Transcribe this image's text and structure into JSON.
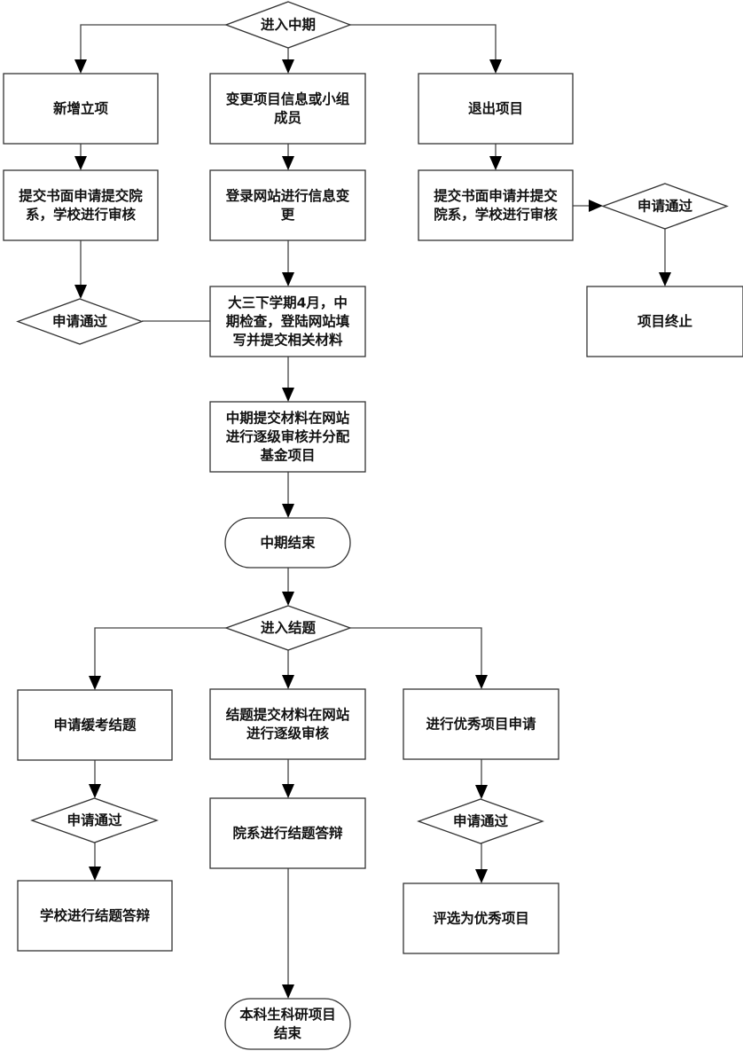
{
  "diagram": {
    "type": "flowchart",
    "nodes": [
      {
        "id": "enter-midterm",
        "shape": "diamond",
        "lines": [
          "进入中期"
        ]
      },
      {
        "id": "new-project",
        "shape": "process",
        "lines": [
          "新增立项"
        ]
      },
      {
        "id": "new-submit",
        "shape": "process",
        "lines": [
          "提交书面申请提交院",
          "系，学校进行审核"
        ]
      },
      {
        "id": "new-approved",
        "shape": "diamond",
        "lines": [
          "申请通过"
        ]
      },
      {
        "id": "change-info",
        "shape": "process",
        "lines": [
          "变更项目信息或小组",
          "成员"
        ]
      },
      {
        "id": "change-login",
        "shape": "process",
        "lines": [
          "登录网站进行信息变",
          "更"
        ]
      },
      {
        "id": "midterm-check",
        "shape": "process",
        "lines": [
          "大三下学期4月，中",
          "期检查，登陆网站填",
          "写并提交相关材料"
        ]
      },
      {
        "id": "midterm-review",
        "shape": "process",
        "lines": [
          "中期提交材料在网站",
          "进行逐级审核并分配",
          "基金项目"
        ]
      },
      {
        "id": "midterm-end",
        "shape": "terminator",
        "lines": [
          "中期结束"
        ]
      },
      {
        "id": "exit-project",
        "shape": "process",
        "lines": [
          "退出项目"
        ]
      },
      {
        "id": "exit-submit",
        "shape": "process",
        "lines": [
          "提交书面申请并提交",
          "院系，学校进行审核"
        ]
      },
      {
        "id": "exit-approved",
        "shape": "diamond",
        "lines": [
          "申请通过"
        ]
      },
      {
        "id": "project-terminated",
        "shape": "process",
        "lines": [
          "项目终止"
        ]
      },
      {
        "id": "enter-final",
        "shape": "diamond",
        "lines": [
          "进入结题"
        ]
      },
      {
        "id": "defer-final",
        "shape": "process",
        "lines": [
          "申请缓考结题"
        ]
      },
      {
        "id": "defer-approved",
        "shape": "diamond",
        "lines": [
          "申请通过"
        ]
      },
      {
        "id": "school-defense",
        "shape": "process",
        "lines": [
          "学校进行结题答辩"
        ]
      },
      {
        "id": "final-review",
        "shape": "process",
        "lines": [
          "结题提交材料在网站",
          "进行逐级审核"
        ]
      },
      {
        "id": "dept-defense",
        "shape": "process",
        "lines": [
          "院系进行结题答辩"
        ]
      },
      {
        "id": "project-end",
        "shape": "terminator",
        "lines": [
          "本科生科研项目",
          "结束"
        ]
      },
      {
        "id": "excellent-apply",
        "shape": "process",
        "lines": [
          "进行优秀项目申请"
        ]
      },
      {
        "id": "excellent-approved",
        "shape": "diamond",
        "lines": [
          "申请通过"
        ]
      },
      {
        "id": "excellent-selected",
        "shape": "process",
        "lines": [
          "评选为优秀项目"
        ]
      }
    ],
    "edges": [
      {
        "from": "enter-midterm",
        "to": "new-project",
        "arrow": true
      },
      {
        "from": "enter-midterm",
        "to": "change-info",
        "arrow": true
      },
      {
        "from": "enter-midterm",
        "to": "exit-project",
        "arrow": true
      },
      {
        "from": "new-project",
        "to": "new-submit",
        "arrow": true
      },
      {
        "from": "new-submit",
        "to": "new-approved",
        "arrow": true
      },
      {
        "from": "new-approved",
        "to": "midterm-check",
        "arrow": false
      },
      {
        "from": "change-info",
        "to": "change-login",
        "arrow": true
      },
      {
        "from": "change-login",
        "to": "midterm-check",
        "arrow": true
      },
      {
        "from": "midterm-check",
        "to": "midterm-review",
        "arrow": true
      },
      {
        "from": "midterm-review",
        "to": "midterm-end",
        "arrow": true
      },
      {
        "from": "midterm-end",
        "to": "enter-final",
        "arrow": true
      },
      {
        "from": "exit-project",
        "to": "exit-submit",
        "arrow": true
      },
      {
        "from": "exit-submit",
        "to": "exit-approved",
        "arrow": true
      },
      {
        "from": "exit-approved",
        "to": "project-terminated",
        "arrow": true
      },
      {
        "from": "enter-final",
        "to": "defer-final",
        "arrow": true
      },
      {
        "from": "enter-final",
        "to": "final-review",
        "arrow": true
      },
      {
        "from": "enter-final",
        "to": "excellent-apply",
        "arrow": true
      },
      {
        "from": "defer-final",
        "to": "defer-approved",
        "arrow": true
      },
      {
        "from": "defer-approved",
        "to": "school-defense",
        "arrow": true
      },
      {
        "from": "final-review",
        "to": "dept-defense",
        "arrow": true
      },
      {
        "from": "dept-defense",
        "to": "project-end",
        "arrow": true
      },
      {
        "from": "excellent-apply",
        "to": "excellent-approved",
        "arrow": true
      },
      {
        "from": "excellent-approved",
        "to": "excellent-selected",
        "arrow": true
      }
    ]
  }
}
